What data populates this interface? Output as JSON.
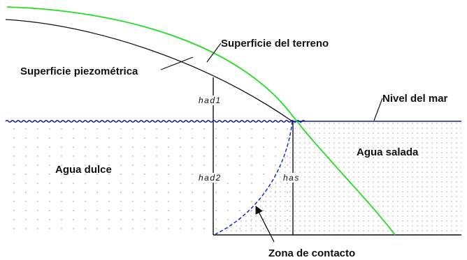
{
  "labels": {
    "ground_surface": "Superficie del terreno",
    "piezometric_surface": "Superficie piezométrica",
    "sea_level": "Nivel del mar",
    "fresh_water": "Agua dulce",
    "salt_water": "Agua salada",
    "contact_zone": "Zona de contacto",
    "had1": "had1",
    "had2": "had2",
    "has": "has"
  },
  "colors": {
    "ground_surface": "#22dd22",
    "piezometric_surface": "#111111",
    "sea_level": "#1a1aaa",
    "contact_zone": "#1a2ccc",
    "lines": "#111111",
    "stipple": "#8a8a8a"
  }
}
